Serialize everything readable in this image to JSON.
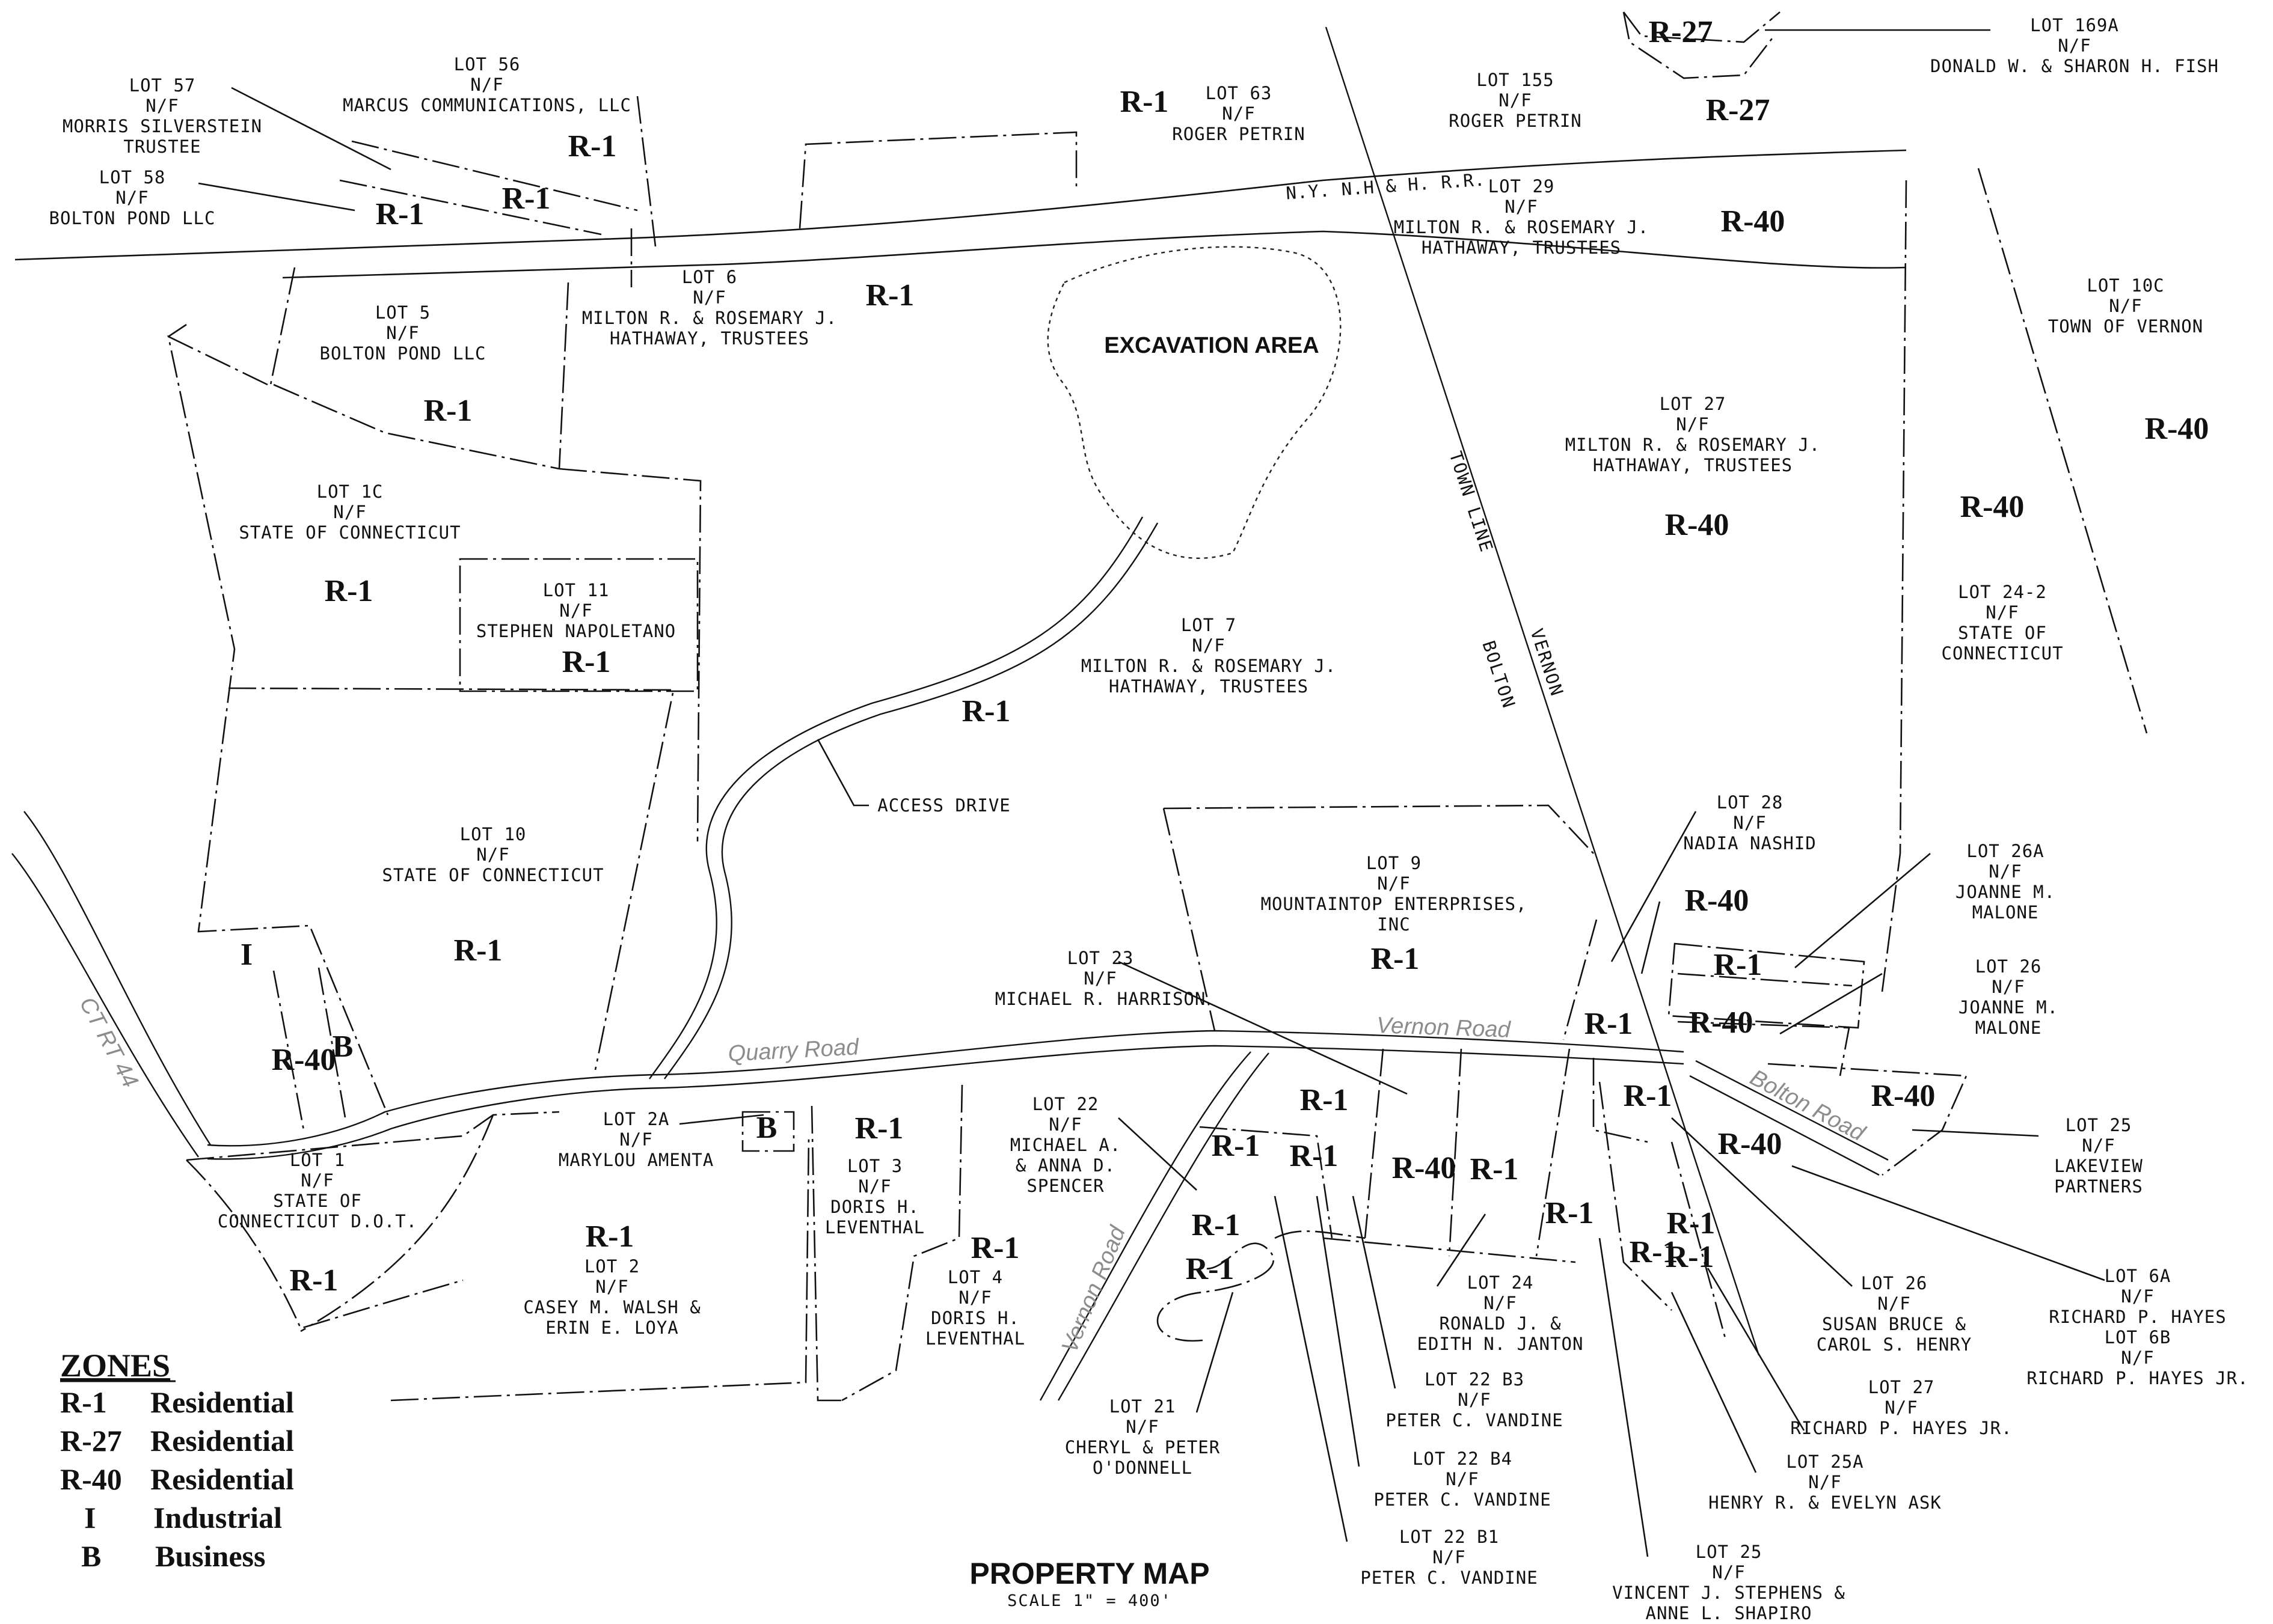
{
  "title": "PROPERTY MAP",
  "scale": "SCALE  1\" = 400'",
  "legend": {
    "heading": "ZONES",
    "items": [
      {
        "code": "R-1",
        "desc": "Residential"
      },
      {
        "code": "R-27",
        "desc": "Residential"
      },
      {
        "code": "R-40",
        "desc": "Residential"
      },
      {
        "code": "I",
        "desc": "Industrial"
      },
      {
        "code": "B",
        "desc": "Business"
      }
    ]
  },
  "roads": {
    "quarry": "Quarry Road",
    "vernon_north": "Vernon Road",
    "vernon_south": "Vernon Road",
    "bolton": "Bolton Road",
    "ct44": "CT RT 44",
    "railroad": "N.Y.  N.H  &  H.  R.R.",
    "access_drive": "ACCESS DRIVE",
    "excavation": "EXCAVATION AREA"
  },
  "town_line": {
    "label": "TOWN LINE",
    "vernon": "VERNON",
    "bolton": "BOLTON"
  },
  "lots": [
    {
      "id": "lot57",
      "lines": [
        "LOT 57",
        "N/F",
        "MORRIS SILVERSTEIN",
        "TRUSTEE"
      ]
    },
    {
      "id": "lot56",
      "lines": [
        "LOT 56",
        "N/F",
        "MARCUS COMMUNICATIONS, LLC"
      ]
    },
    {
      "id": "lot58",
      "lines": [
        "LOT 58",
        "N/F",
        "BOLTON POND LLC"
      ]
    },
    {
      "id": "lot63",
      "lines": [
        "LOT 63",
        "N/F",
        "ROGER PETRIN"
      ]
    },
    {
      "id": "lot155",
      "lines": [
        "LOT 155",
        "N/F",
        "ROGER PETRIN"
      ]
    },
    {
      "id": "lot169a",
      "lines": [
        "LOT 169A",
        "N/F",
        "DONALD W. & SHARON H. FISH"
      ]
    },
    {
      "id": "lot29",
      "lines": [
        "LOT 29",
        "N/F",
        "MILTON R. & ROSEMARY J.",
        "HATHAWAY, TRUSTEES"
      ]
    },
    {
      "id": "lot6",
      "lines": [
        "LOT 6",
        "N/F",
        "MILTON R. & ROSEMARY J.",
        "HATHAWAY, TRUSTEES"
      ]
    },
    {
      "id": "lot5",
      "lines": [
        "LOT 5",
        "N/F",
        "BOLTON POND LLC"
      ]
    },
    {
      "id": "lot10c",
      "lines": [
        "LOT 10C",
        "N/F",
        "TOWN OF VERNON"
      ]
    },
    {
      "id": "lot27n",
      "lines": [
        "LOT 27",
        "N/F",
        "MILTON R. & ROSEMARY J.",
        "HATHAWAY, TRUSTEES"
      ]
    },
    {
      "id": "lot1c",
      "lines": [
        "LOT 1C",
        "N/F",
        "STATE OF CONNECTICUT"
      ]
    },
    {
      "id": "lot11",
      "lines": [
        "LOT 11",
        "N/F",
        "STEPHEN NAPOLETANO"
      ]
    },
    {
      "id": "lot7",
      "lines": [
        "LOT 7",
        "N/F",
        "MILTON R. & ROSEMARY J.",
        "HATHAWAY, TRUSTEES"
      ]
    },
    {
      "id": "lot24_2",
      "lines": [
        "LOT 24-2",
        "N/F",
        "STATE OF",
        "CONNECTICUT"
      ]
    },
    {
      "id": "lot10",
      "lines": [
        "LOT 10",
        "N/F",
        "STATE OF CONNECTICUT"
      ]
    },
    {
      "id": "lot9",
      "lines": [
        "LOT 9",
        "N/F",
        "MOUNTAINTOP ENTERPRISES,",
        "INC"
      ]
    },
    {
      "id": "lot28",
      "lines": [
        "LOT 28",
        "N/F",
        "NADIA NASHID"
      ]
    },
    {
      "id": "lot26a",
      "lines": [
        "LOT 26A",
        "N/F",
        "JOANNE M.",
        "MALONE"
      ]
    },
    {
      "id": "lot26",
      "lines": [
        "LOT 26",
        "N/F",
        "JOANNE M.",
        "MALONE"
      ]
    },
    {
      "id": "lot23",
      "lines": [
        "LOT 23",
        "N/F",
        "MICHAEL R. HARRISON"
      ]
    },
    {
      "id": "lot2a",
      "lines": [
        "LOT 2A",
        "N/F",
        "MARYLOU AMENTA"
      ]
    },
    {
      "id": "lot1",
      "lines": [
        "LOT 1",
        "N/F",
        "STATE OF",
        "CONNECTICUT D.O.T."
      ]
    },
    {
      "id": "lot3",
      "lines": [
        "LOT 3",
        "N/F",
        "DORIS H.",
        "LEVENTHAL"
      ]
    },
    {
      "id": "lot22",
      "lines": [
        "LOT 22",
        "N/F",
        "MICHAEL A.",
        "& ANNA D.",
        "SPENCER"
      ]
    },
    {
      "id": "lot25e",
      "lines": [
        "LOT 25",
        "N/F",
        "LAKEVIEW",
        "PARTNERS"
      ]
    },
    {
      "id": "lot2",
      "lines": [
        "LOT 2",
        "N/F",
        "CASEY M. WALSH &",
        "ERIN E. LOYA"
      ]
    },
    {
      "id": "lot4",
      "lines": [
        "LOT 4",
        "N/F",
        "DORIS H.",
        "LEVENTHAL"
      ]
    },
    {
      "id": "lot6a",
      "lines": [
        "LOT 6A",
        "N/F",
        "RICHARD P. HAYES",
        "LOT 6B",
        "N/F",
        "RICHARD P. HAYES JR."
      ]
    },
    {
      "id": "lot24",
      "lines": [
        "LOT 24",
        "N/F",
        "RONALD J. &",
        "EDITH N. JANTON"
      ]
    },
    {
      "id": "lot26s",
      "lines": [
        "LOT 26",
        "N/F",
        "SUSAN BRUCE &",
        "CAROL S. HENRY"
      ]
    },
    {
      "id": "lot22b3",
      "lines": [
        "LOT 22 B3",
        "N/F",
        "PETER C. VANDINE"
      ]
    },
    {
      "id": "lot27s",
      "lines": [
        "LOT 27",
        "N/F",
        "RICHARD P. HAYES JR."
      ]
    },
    {
      "id": "lot21",
      "lines": [
        "LOT 21",
        "N/F",
        "CHERYL & PETER",
        "O'DONNELL"
      ]
    },
    {
      "id": "lot22b4",
      "lines": [
        "LOT 22 B4",
        "N/F",
        "PETER C. VANDINE"
      ]
    },
    {
      "id": "lot25a",
      "lines": [
        "LOT 25A",
        "N/F",
        "HENRY R. & EVELYN ASK"
      ]
    },
    {
      "id": "lot22b1",
      "lines": [
        "LOT 22 B1",
        "N/F",
        "PETER C. VANDINE"
      ]
    },
    {
      "id": "lot25s",
      "lines": [
        "LOT 25",
        "N/F",
        "VINCENT J. STEPHENS &",
        "ANNE L. SHAPIRO"
      ]
    }
  ],
  "zones": [
    "R-27",
    "R-1",
    "R-27",
    "R-1",
    "R-1",
    "R-1",
    "R-1",
    "R-40",
    "R-1",
    "R-1",
    "R-40",
    "R-40",
    "R-1",
    "R-40",
    "R-1",
    "R-1",
    "R-1",
    "R-40",
    "I",
    "R-1",
    "R-40",
    "B",
    "B",
    "R-1",
    "R-40",
    "R-40",
    "R-40",
    "R-1",
    "R-1",
    "R-1",
    "R-1",
    "R-1",
    "R-40",
    "R-1",
    "R-1",
    "R-1",
    "R-1",
    "R-1",
    "R-1",
    "R-1",
    "R-1",
    "R-1",
    "R-1"
  ]
}
